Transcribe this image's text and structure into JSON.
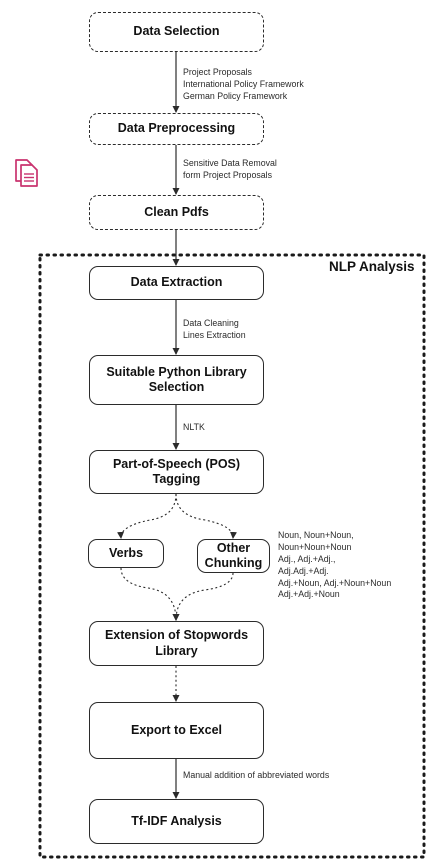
{
  "colors": {
    "stroke": "#2b2b2b",
    "pdf_icon": "#c9336f"
  },
  "icons": {
    "documents": "stacked-documents-icon"
  },
  "region": {
    "title": "NLP Analysis"
  },
  "nodes": {
    "data_selection": "Data Selection",
    "data_preprocessing": "Data Preprocessing",
    "clean_pdfs": "Clean Pdfs",
    "data_extraction": "Data Extraction",
    "library_selection": [
      "Suitable Python Library",
      "Selection"
    ],
    "pos_tagging": [
      "Part-of-Speech (POS)",
      "Tagging"
    ],
    "verbs": "Verbs",
    "other_chunking": [
      "Other",
      "Chunking"
    ],
    "stopwords": [
      "Extension of Stopwords",
      "Library"
    ],
    "export_excel": "Export to Excel",
    "tfidf": "Tf-IDF Analysis"
  },
  "notes": {
    "selection_sources": [
      "Project Proposals",
      "International Policy Framework",
      "German Policy Framework"
    ],
    "preprocessing": [
      "Sensitive Data Removal",
      "form Project Proposals"
    ],
    "extraction": [
      "Data Cleaning",
      "Lines Extraction"
    ],
    "library": [
      "NLTK"
    ],
    "chunking_patterns": [
      "Noun, Noun+Noun,",
      "Noun+Noun+Noun",
      "Adj., Adj.+Adj.,",
      "Adj.Adj.+Adj.",
      "Adj.+Noun, Adj.+Noun+Noun",
      "Adj.+Adj.+Noun"
    ],
    "abbreviations": [
      "Manual addition of abbreviated words"
    ]
  }
}
